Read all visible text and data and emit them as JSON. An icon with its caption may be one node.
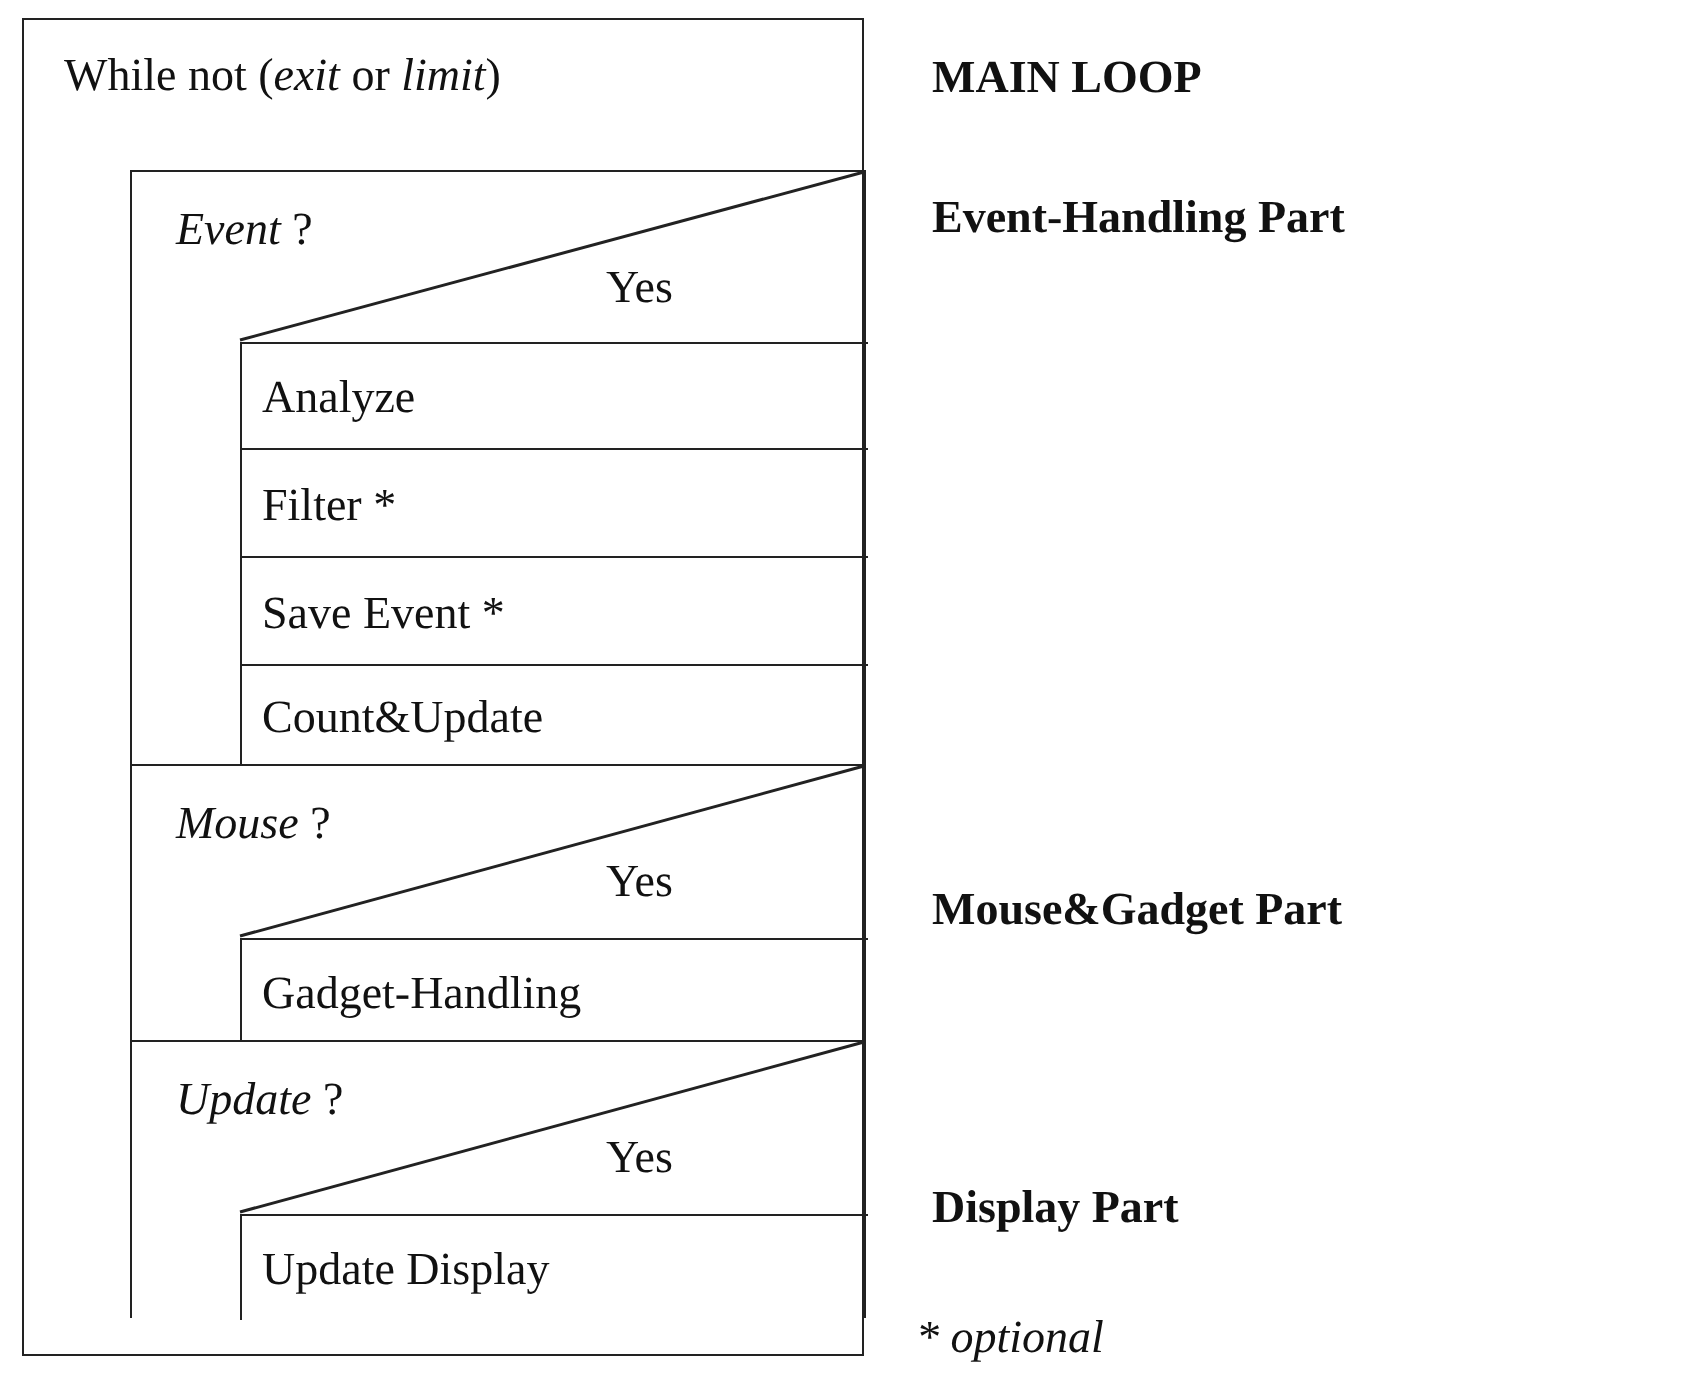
{
  "diagram": {
    "nodes": [
      {
        "text": [
          "While not (*exit* or *limit*)"
        ]
      },
      {
        "text": [
          "*Event* ?",
          "Yes"
        ],
        "in": 0
      },
      {
        "text": [
          "Analyze"
        ],
        "in": 1
      },
      {
        "text": [
          "Filter *"
        ],
        "in": 1
      },
      {
        "text": [
          "Save Event *"
        ],
        "in": 1
      },
      {
        "text": [
          "Count&Update"
        ],
        "in": 1
      },
      {
        "text": [
          "*Mouse* ?",
          "Yes"
        ],
        "in": 0
      },
      {
        "text": [
          "Gadget-Handling"
        ],
        "in": 6
      },
      {
        "text": [
          "*Update* ?",
          "Yes"
        ],
        "in": 0
      },
      {
        "text": [
          "Update Display"
        ],
        "in": 8
      }
    ],
    "labels": [
      "MAIN LOOP",
      "Event-Handling Part",
      "Mouse&Gadget Part",
      "Display Part",
      "* optional"
    ]
  }
}
